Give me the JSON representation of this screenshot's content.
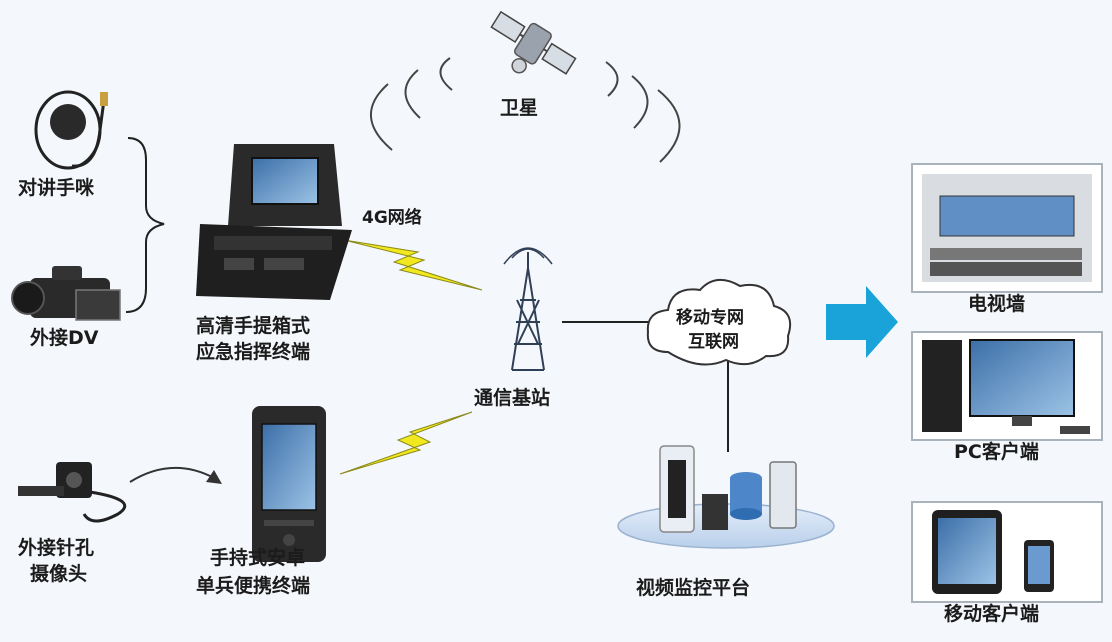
{
  "labels": {
    "satellite": "卫星",
    "network_4g": "4G网络",
    "base_station": "通信基站",
    "cloud_line1": "移动专网",
    "cloud_line2": "互联网",
    "walkie_mic": "对讲手咪",
    "external_dv": "外接DV",
    "case_terminal_line1": "高清手提箱式",
    "case_terminal_line2": "应急指挥终端",
    "pinhole_line1": "外接针孔",
    "pinhole_line2": "摄像头",
    "handheld_line1": "手持式安卓",
    "handheld_line2": "单兵便携终端",
    "video_platform": "视频监控平台",
    "video_wall": "电视墙",
    "pc_client": "PC客户端",
    "mobile_client": "移动客户端"
  },
  "colors": {
    "lightning": "#f2e81f",
    "arrow": "#1aa3d9",
    "line": "#222222",
    "device_dark": "#2a2a2a"
  }
}
